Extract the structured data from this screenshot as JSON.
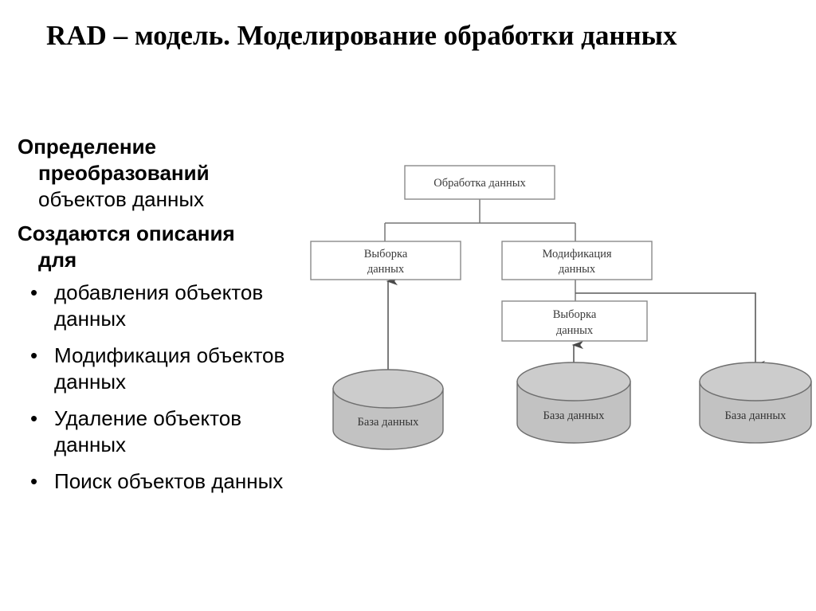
{
  "slide": {
    "title": "RAD – модель. Моделирование обработки данных"
  },
  "left_column": {
    "lead1_bold_line1": "Определение",
    "lead1_bold_line2": "преобразований",
    "lead1_plain_line3": "объектов данных",
    "lead2_bold_line1": "Создаются описания",
    "lead2_bold_line2": "для",
    "bullet_marker": "•",
    "bullets": [
      "добавления объектов данных",
      "Модификация объектов данных",
      "Удаление объектов данных",
      "Поиск объектов данных"
    ]
  },
  "diagram": {
    "nodes": [
      {
        "id": "root",
        "label_line1": "Обработка данных",
        "label_line2": ""
      },
      {
        "id": "select1",
        "label_line1": "Выборка",
        "label_line2": "данных"
      },
      {
        "id": "modify",
        "label_line1": "Модификация",
        "label_line2": "данных"
      },
      {
        "id": "select2",
        "label_line1": "Выборка",
        "label_line2": "данных"
      }
    ],
    "databases": [
      {
        "id": "db1",
        "label": "База данных"
      },
      {
        "id": "db2",
        "label": "База данных"
      },
      {
        "id": "db3",
        "label": "База данных"
      }
    ],
    "colors": {
      "box_fill": "#ffffff",
      "box_stroke": "#8a8a8a",
      "cylinder_fill": "#c2c2c2",
      "cylinder_top_fill": "#cccccc",
      "cylinder_stroke": "#6e6e6e",
      "connector": "#777777",
      "text": "#3a3a3a"
    }
  }
}
